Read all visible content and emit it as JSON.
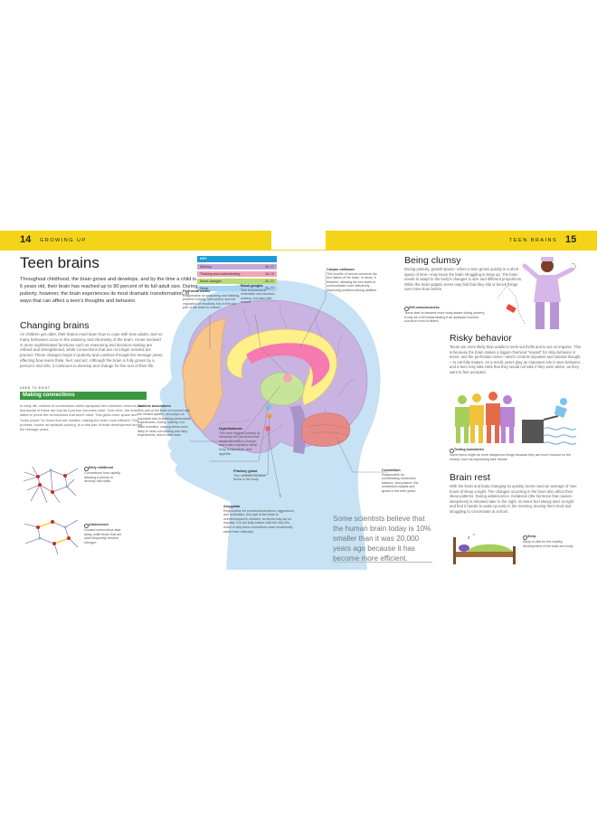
{
  "header": {
    "left_page_number": "14",
    "left_running_head": "GROWING UP",
    "right_running_head": "TEEN BRAINS",
    "right_page_number": "15"
  },
  "title": "Teen brains",
  "intro": "Throughout childhood, the brain grows and develops, and by the time a child is 6 years old, their brain has reached up to 90 percent of its full adult size. During puberty, however, the brain experiences its most dramatic transformation, in ways that can affect a teen's thoughts and behavior.",
  "changing_brains": {
    "heading": "Changing brains",
    "body": "As children get older, their brains must learn how to cope with new adults, and so many behaviors occur in the anatomy and chemistry of the brain. Areas involved in more sophisticated functions such as reasoning and decision-making are refined and strengthened, while connections that are no longer needed are pruned. These changes begin in puberty and continue through the teenage years, affecting how teens think, feel, and act. Although the brain is fully grown by a person's mid-20s, it continues to develop and change for the rest of their life."
  },
  "making_connections": {
    "tag": "USED TO EXIST",
    "heading": "Making connections",
    "body": "In early life, millions of connections called synapses form between neurons, and thousands of these are lost as a person becomes older. Over time, the brain starts to prune the connections that aren't used. This gives more space and \"brain power\" to those that are needed, making the brain more efficient. This process, known as synaptic pruning, is a vital part of brain development during the teenage years.",
    "early_childhood": {
      "label": "Early childhood",
      "text": "Connections form rapidly, allowing a person to develop new skills."
    },
    "adolescence": {
      "label": "Adolescence",
      "text": "Unused connections fade away, while those that are used frequently become stronger."
    }
  },
  "legend": {
    "title": "KEY",
    "items": [
      {
        "label": "Memory",
        "value": "16–17",
        "color": "#c8a8d8"
      },
      {
        "label": "Thinking and understanding",
        "value": "18–19",
        "color": "#f2a6b8"
      },
      {
        "label": "Mood changes",
        "value": "20–21",
        "color": "#b8dc78"
      },
      {
        "label": "Sleep",
        "value": "76–77",
        "color": "#a9d4f2"
      }
    ]
  },
  "brain_labels": {
    "prefrontal_cortex": {
      "title": "Prefrontal cortex",
      "text": "Responsible for reasoning and thinking, problem solving, self control, and the regulation of emotions, this is the last part of the brain to mature."
    },
    "basal_ganglia": {
      "title": "Basal ganglia",
      "text": "This is involved in motivation and decision-making, and also with reward."
    },
    "corpus_callosum": {
      "title": "Corpus callosum",
      "text": "This bundle of nerves connects the two halves of the brain. In teens, it thickens, allowing the two sides to communicate more effectively, improving problem-solving abilities."
    },
    "nucleus_accumbens": {
      "title": "Nucleus accumbens",
      "text": "This part of the brain is involved with the reward system, and plays an important role in seeking pleasurable experiences. During puberty, it is more sensitive, making teens more likely to seek out exciting and risky experiences, and to take risks."
    },
    "hypothalamus": {
      "title": "Hypothalamus",
      "text": "This area triggers puberty by releasing the hormones that cause the body to change, and it also regulates sleep, body temperature, and appetite."
    },
    "pituitary_gland": {
      "title": "Pituitary gland",
      "text": "This controls hormone levels in the body."
    },
    "amygdala": {
      "title": "Amygdala",
      "text": "Responsible for emotional behaviors, aggression, and motivation, this part of the brain is overdeveloped in children, so teens may act on impulse. It is not fully mature until the mid-20s, which is why teens sometimes react emotionally rather than rationally."
    },
    "cerebellum": {
      "title": "Cerebellum",
      "text": "Responsible for coordinating movement, balance, and posture, the cerebellum adapts and grows in the teen years."
    }
  },
  "quote": "Some scientists believe that the human brain today is 10% smaller than it was 20,000 years ago because it has become more efficient.",
  "being_clumsy": {
    "heading": "Being clumsy",
    "body": "During puberty, growth spurts—when a teen grows quickly in a short space of time—may leave the brain struggling to keep up. The brain needs to adapt to the body's changes in size and different proportions. While the brain adapts, teens may find that they slip or knock things over more than before.",
    "caption_title": "Self-consciousness",
    "caption": "Teens start to become more body-aware during puberty. It may be a bit embarrassing if an awkward moment occurs in front of others."
  },
  "risky_behavior": {
    "heading": "Risky behavior",
    "body": "Teens are more likely than adults to seek out thrills and to act on impulse. This is because the brain makes a bigger chemical \"reward\" for risky behavior in teens, and the prefrontal cortex—which controls impulses and rational thought—is not fully mature. As a result, peers play an important role in teen behavior, and a teen may take risks that they would not take if they were alone, as they want to feel accepted.",
    "caption_title": "Testing boundaries",
    "caption": "Some teens might do more dangerous things because they are more focused on the reward, such as impressing their friends."
  },
  "brain_rest": {
    "heading": "Brain rest",
    "body": "With the brain and body changing so quickly, teens need an average of nine hours of sleep a night. The changes occurring in the brain also affect their sleep patterns. During adolescence, melatonin (the hormone that causes sleepiness) is released later in the night, so teens feel sleepy later at night and find it harder to wake up early in the morning, leaving them tired and struggling to concentrate at school.",
    "caption_title": "Sleep",
    "caption": "Sleep is vital for the healthy development of the brain and body."
  },
  "colors": {
    "accent": "#f4d418",
    "head": "#c6e2f4",
    "brain": "#c9b3e0",
    "prefrontal": "#f7c48a",
    "cerebellum": "#e58a86",
    "corpus": "#f57ab0"
  }
}
